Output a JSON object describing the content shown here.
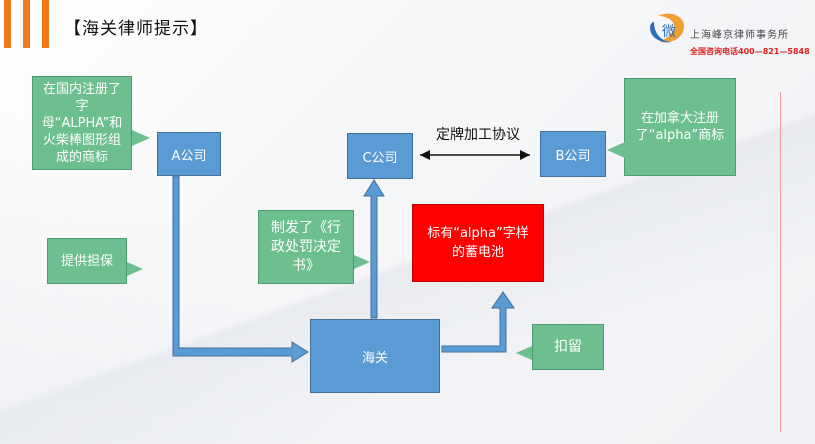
{
  "slide": {
    "title": "【海关律师提示】",
    "logo": {
      "mark_glyph": "微",
      "firm_name": "上海峰京律师事务所",
      "hotline": "全国咨询电话400—821—5848"
    }
  },
  "boxes": {
    "a_company": "A公司",
    "c_company": "C公司",
    "b_company": "B公司",
    "customs": "海关",
    "battery": "标有“alpha”字样的蓄电池"
  },
  "callouts": {
    "domestic_registration": "在国内注册了字母“ALPHA”和火柴棒图形组成的商标",
    "canada_registration": "在加拿大注册了“alpha”商标",
    "penalty_decision": "制发了《行政处罚决定书》",
    "guarantee": "提供担保",
    "detention": "扣留"
  },
  "labels": {
    "oem_agreement": "定牌加工协议"
  },
  "colors": {
    "box_blue": "#5b9bd5",
    "callout_green": "#6dbf8f",
    "battery_red": "#ff0000",
    "accent_orange": "#f07a1a"
  }
}
